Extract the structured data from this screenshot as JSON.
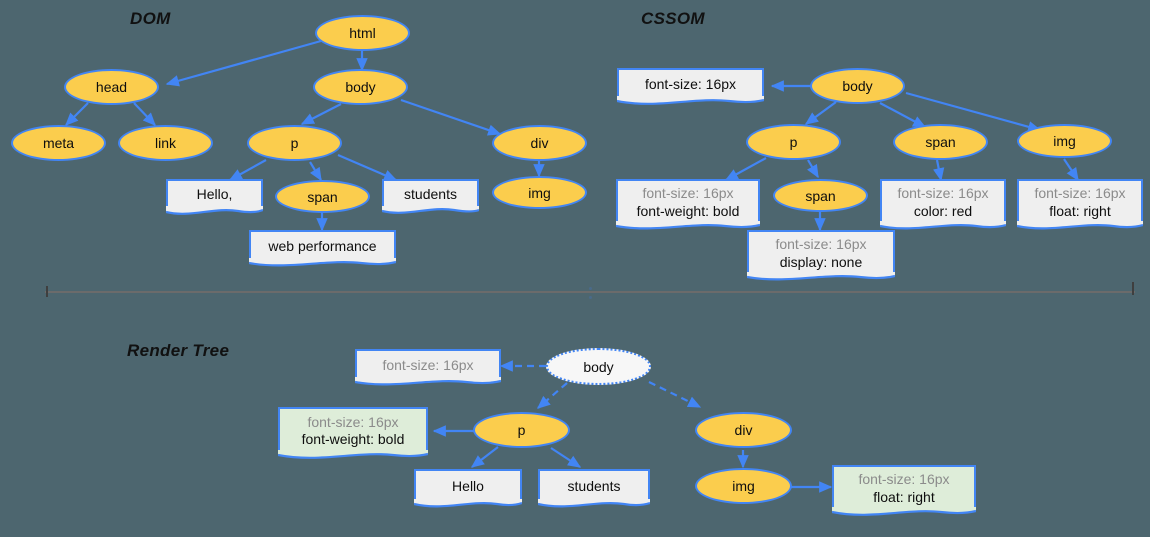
{
  "background_color": "#4d666f",
  "accent_color": "#4285f4",
  "node_fill": "#fbcd4d",
  "note_fill": "#efefef",
  "note_fill_green": "#deedd9",
  "inherited_text_color": "#8b8b8b",
  "sections": {
    "dom": {
      "title": "DOM"
    },
    "cssom": {
      "title": "CSSOM"
    },
    "render_tree": {
      "title": "Render Tree"
    }
  },
  "dom": {
    "nodes": [
      {
        "id": "html",
        "label": "html"
      },
      {
        "id": "head",
        "label": "head"
      },
      {
        "id": "body",
        "label": "body"
      },
      {
        "id": "meta",
        "label": "meta"
      },
      {
        "id": "link",
        "label": "link"
      },
      {
        "id": "p",
        "label": "p"
      },
      {
        "id": "div",
        "label": "div"
      },
      {
        "id": "span",
        "label": "span"
      },
      {
        "id": "img",
        "label": "img"
      }
    ],
    "text_nodes": [
      {
        "id": "hello",
        "label": "Hello,"
      },
      {
        "id": "students",
        "label": "students"
      },
      {
        "id": "webperf",
        "label": "web performance"
      }
    ]
  },
  "cssom": {
    "nodes": [
      {
        "id": "body",
        "label": "body"
      },
      {
        "id": "p",
        "label": "p"
      },
      {
        "id": "span_top",
        "label": "span"
      },
      {
        "id": "img",
        "label": "img"
      },
      {
        "id": "span_sub",
        "label": "span"
      }
    ],
    "rules": [
      {
        "id": "body_rule",
        "inherited": "font-size: 16px",
        "own": ""
      },
      {
        "id": "p_rule",
        "inherited": "font-size: 16px",
        "own": "font-weight: bold"
      },
      {
        "id": "span_sub_rule",
        "inherited": "font-size: 16px",
        "own": "display: none"
      },
      {
        "id": "span_rule",
        "inherited": "font-size: 16px",
        "own": "color: red"
      },
      {
        "id": "img_rule",
        "inherited": "font-size: 16px",
        "own": "float: right"
      }
    ]
  },
  "render_tree": {
    "nodes": [
      {
        "id": "body",
        "label": "body"
      },
      {
        "id": "p",
        "label": "p"
      },
      {
        "id": "div",
        "label": "div"
      },
      {
        "id": "img",
        "label": "img"
      }
    ],
    "text_nodes": [
      {
        "id": "hello",
        "label": "Hello"
      },
      {
        "id": "students",
        "label": "students"
      }
    ],
    "rules": [
      {
        "id": "body_rule",
        "inherited": "font-size: 16px",
        "own": ""
      },
      {
        "id": "p_rule",
        "inherited": "font-size: 16px",
        "own": "font-weight: bold"
      },
      {
        "id": "img_rule",
        "inherited": "font-size: 16px",
        "own": "float: right"
      }
    ]
  }
}
